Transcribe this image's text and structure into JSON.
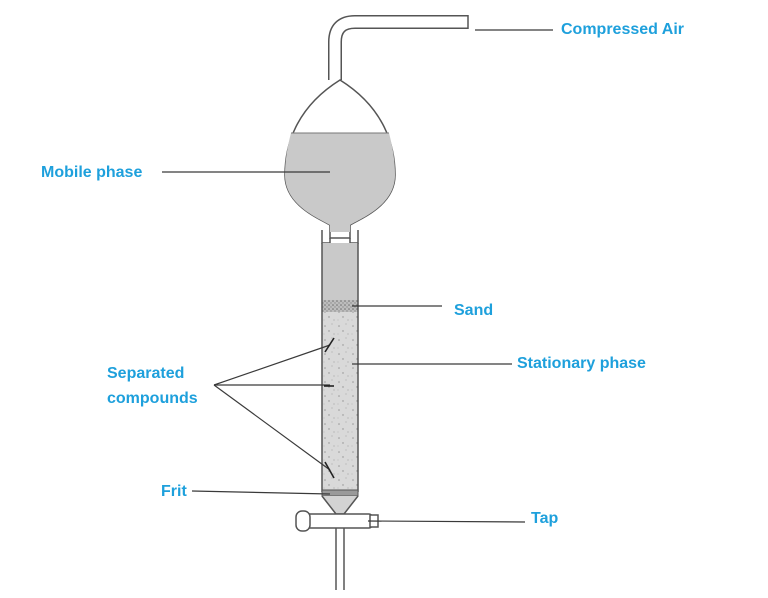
{
  "labels": {
    "compressed_air": "Compressed Air",
    "mobile_phase": "Mobile phase",
    "sand": "Sand",
    "stationary_phase": "Stationary phase",
    "separated_compounds_line1": "Separated",
    "separated_compounds_line2": "compounds",
    "frit": "Frit",
    "tap": "Tap"
  },
  "colors": {
    "label_text": "#1ea0dc",
    "glass_outline": "#555555",
    "liquid_fill": "#c9c9c9",
    "stationary_fill": "#d7d7d7",
    "leader_line": "#3a3a3a"
  }
}
